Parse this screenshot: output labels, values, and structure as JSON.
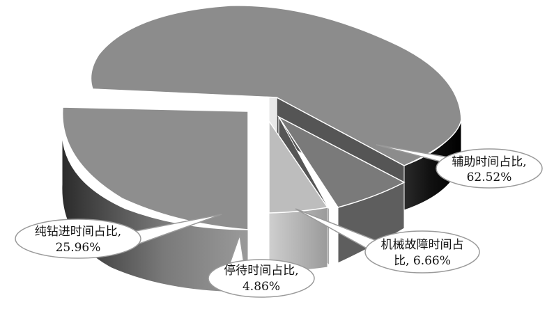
{
  "chart_data": {
    "type": "pie",
    "title": "",
    "slices": [
      {
        "label": "辅助时间占比,",
        "value": 62.52,
        "value_label": "62.52%",
        "color": "#8c8c8c"
      },
      {
        "label": "机械故障时间占比,",
        "value": 6.66,
        "value_label": "6.66%",
        "color": "#7a7a7a"
      },
      {
        "label": "停待时间占比,",
        "value": 4.86,
        "value_label": "4.86%",
        "color": "#bdbdbd"
      },
      {
        "label": "纯钻进时间占比,",
        "value": 25.96,
        "value_label": "25.96%",
        "color": "#8e8e8e"
      }
    ],
    "label_lines": [
      [
        "辅助时间占比,",
        "62.52%"
      ],
      [
        "机械故障时间占",
        "比, 6.66%"
      ],
      [
        "停待时间占比,",
        "4.86%"
      ],
      [
        "纯钻进时间占比,",
        "25.96%"
      ]
    ],
    "exploded": true,
    "legend": "none"
  }
}
